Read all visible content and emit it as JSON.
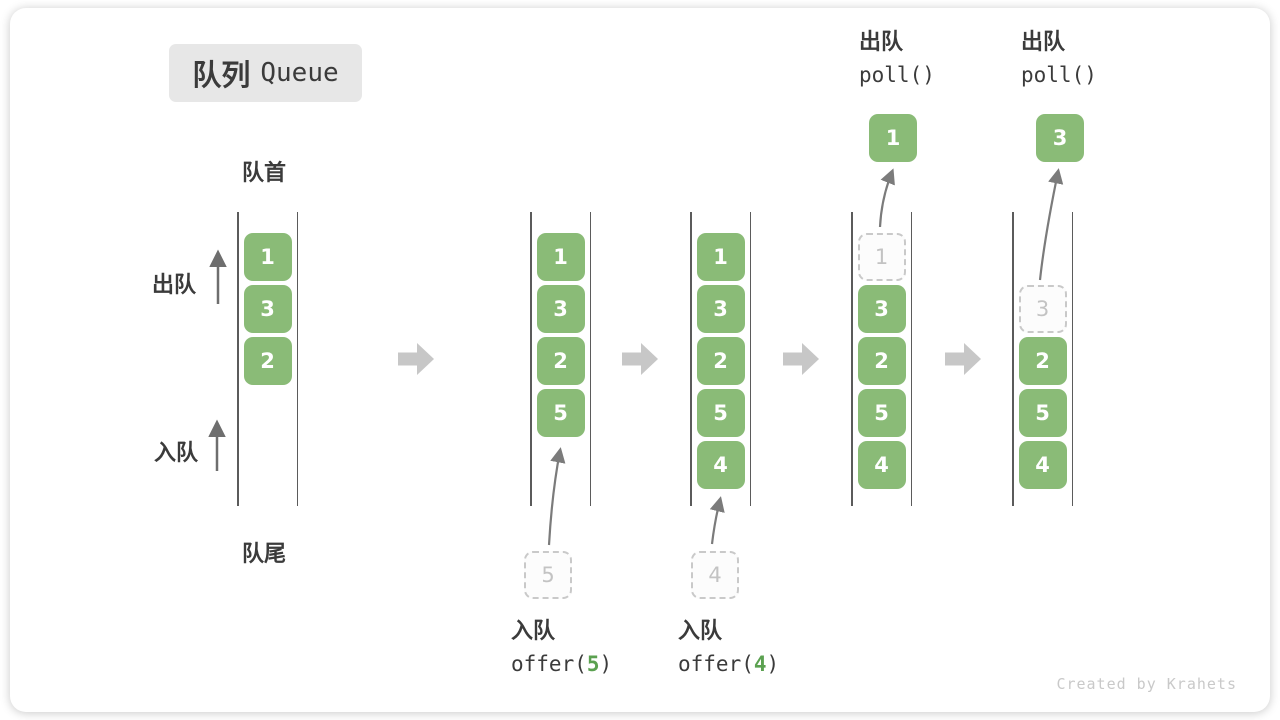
{
  "title": {
    "zh": "队列",
    "en": "Queue"
  },
  "labels": {
    "front": "队首",
    "rear": "队尾",
    "dequeue": "出队",
    "enqueue": "入队"
  },
  "watermark": "Created by Krahets",
  "colors": {
    "box_green": "#8ABB77",
    "code_green": "#5BA150",
    "ink": "#3B3B3B",
    "wall": "#5B5B5B",
    "ghost_border": "#C9C9C9",
    "ghost_text": "#C3C3C3",
    "ghost_bg": "#FCFCFC",
    "step_arrow": "#C7C7C7",
    "flow_arrow": "#7B7B7B",
    "badge_bg": "#E7E7E7",
    "watermark_text": "#C9C9C9"
  },
  "states": [
    {
      "boxes": [
        "1",
        "3",
        "2"
      ]
    },
    {
      "boxes": [
        "1",
        "3",
        "2",
        "5"
      ],
      "incoming": "5",
      "op": {
        "zh": "入队",
        "fn": "offer(",
        "arg": "5",
        "end": ")"
      }
    },
    {
      "boxes": [
        "1",
        "3",
        "2",
        "5",
        "4"
      ],
      "incoming": "4",
      "op": {
        "zh": "入队",
        "fn": "offer(",
        "arg": "4",
        "end": ")"
      }
    },
    {
      "ghost": "1",
      "boxes": [
        "3",
        "2",
        "5",
        "4"
      ],
      "out": "1",
      "op": {
        "zh": "出队",
        "fn": "poll()",
        "arg": "",
        "end": ""
      }
    },
    {
      "ghost": "3",
      "boxes": [
        "2",
        "5",
        "4"
      ],
      "out": "3",
      "op": {
        "zh": "出队",
        "fn": "poll()",
        "arg": "",
        "end": ""
      }
    }
  ]
}
